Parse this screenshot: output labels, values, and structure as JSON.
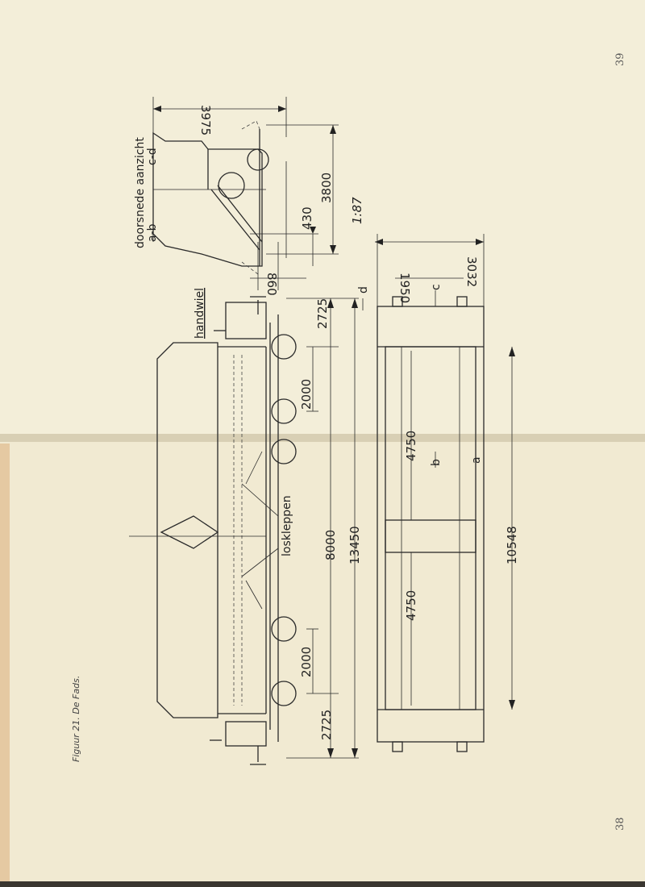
{
  "page_numbers": {
    "upper": "39",
    "lower": "38"
  },
  "caption": "Figuur 21. De Fads.",
  "scale": "1:87",
  "cross_section": {
    "title": "doorsnede aanzicht",
    "section_left": "a-b",
    "section_right": "c-d",
    "dims": {
      "height": "3975",
      "width": "3800",
      "offset": "430",
      "bottom": "860"
    }
  },
  "side_view": {
    "labels": {
      "handwheel": "handwiel",
      "flaps": "loskleppen"
    },
    "dims": {
      "end_top": "2725",
      "bogie_top": "2000",
      "bogie_bottom": "2000",
      "end_bottom": "2725",
      "bogie_centres": "8000",
      "length": "13450"
    }
  },
  "plan_view": {
    "dims": {
      "width": "3032",
      "inner_width": "1950",
      "half_top": "4750",
      "half_bottom": "4750",
      "frame_length": "10548"
    },
    "section_marks": [
      "d",
      "c",
      "b",
      "a"
    ]
  },
  "colors": {
    "paper": "#f2ecd6",
    "ink": "#2a2a2a"
  }
}
